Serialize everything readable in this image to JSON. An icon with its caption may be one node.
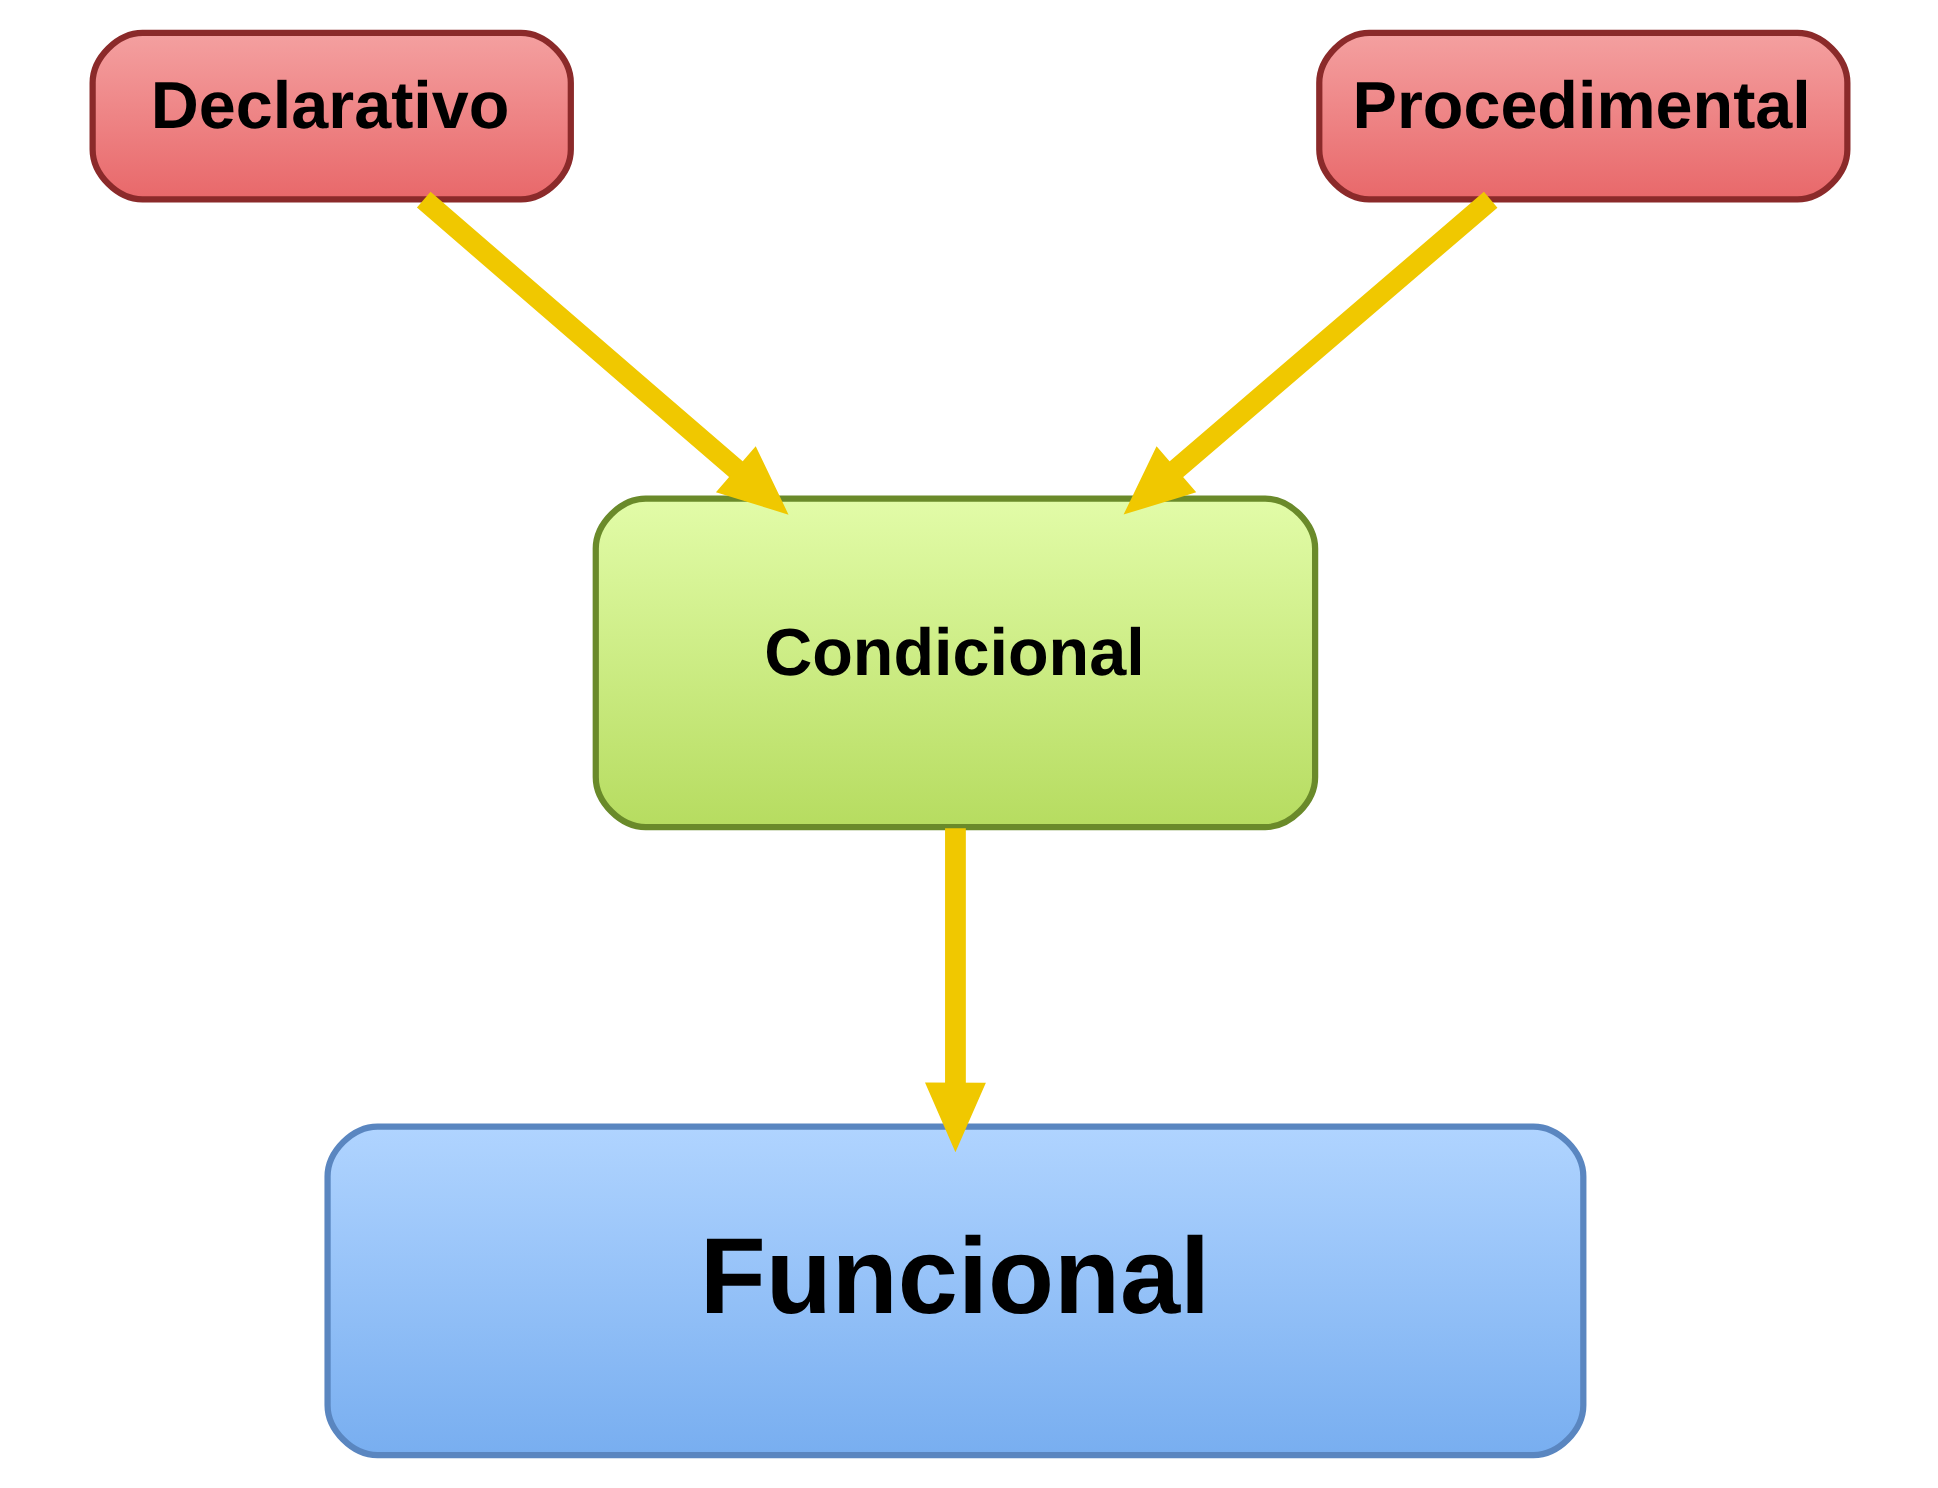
{
  "diagram": {
    "nodes": [
      {
        "text": [
          "Declarativo"
        ]
      },
      {
        "text": [
          "Procedimental"
        ]
      },
      {
        "text": [
          "Condicional"
        ]
      },
      {
        "text": [
          "Funcional"
        ]
      }
    ],
    "edges": [
      {
        "from": 0,
        "to": 2,
        "arrow": "to"
      },
      {
        "from": 1,
        "to": 2,
        "arrow": "to"
      },
      {
        "from": 2,
        "to": 3,
        "arrow": "to"
      }
    ]
  }
}
